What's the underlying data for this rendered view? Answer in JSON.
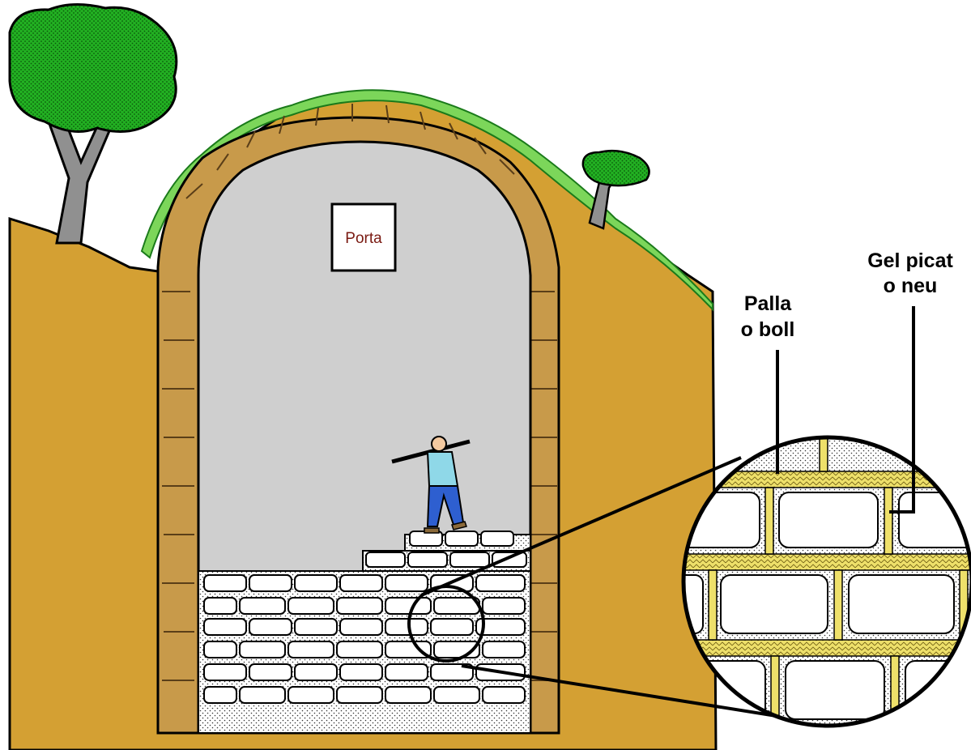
{
  "labels": {
    "door": "Porta",
    "straw_line1": "Palla",
    "straw_line2": "o boll",
    "ice_line1": "Gel picat",
    "ice_line2": "o neu"
  },
  "colors": {
    "earth": "#D4A033",
    "interior": "#CFCFCF",
    "stone": "#C89A4A",
    "stone_dark": "#8B6A3A",
    "ice_block": "#FFFFFF",
    "straw": "#EEE06A",
    "foliage": "#22B022",
    "foliage_light": "#7CD65A",
    "trunk": "#909090",
    "worker_shirt": "#8FD8E8",
    "worker_pants": "#2E5FD0",
    "outline": "#000000"
  },
  "icons": {
    "worker": "person-carrying-pole-icon",
    "tree_left": "tree-icon",
    "tree_right": "small-tree-icon",
    "magnifier": "zoom-circle-icon"
  }
}
